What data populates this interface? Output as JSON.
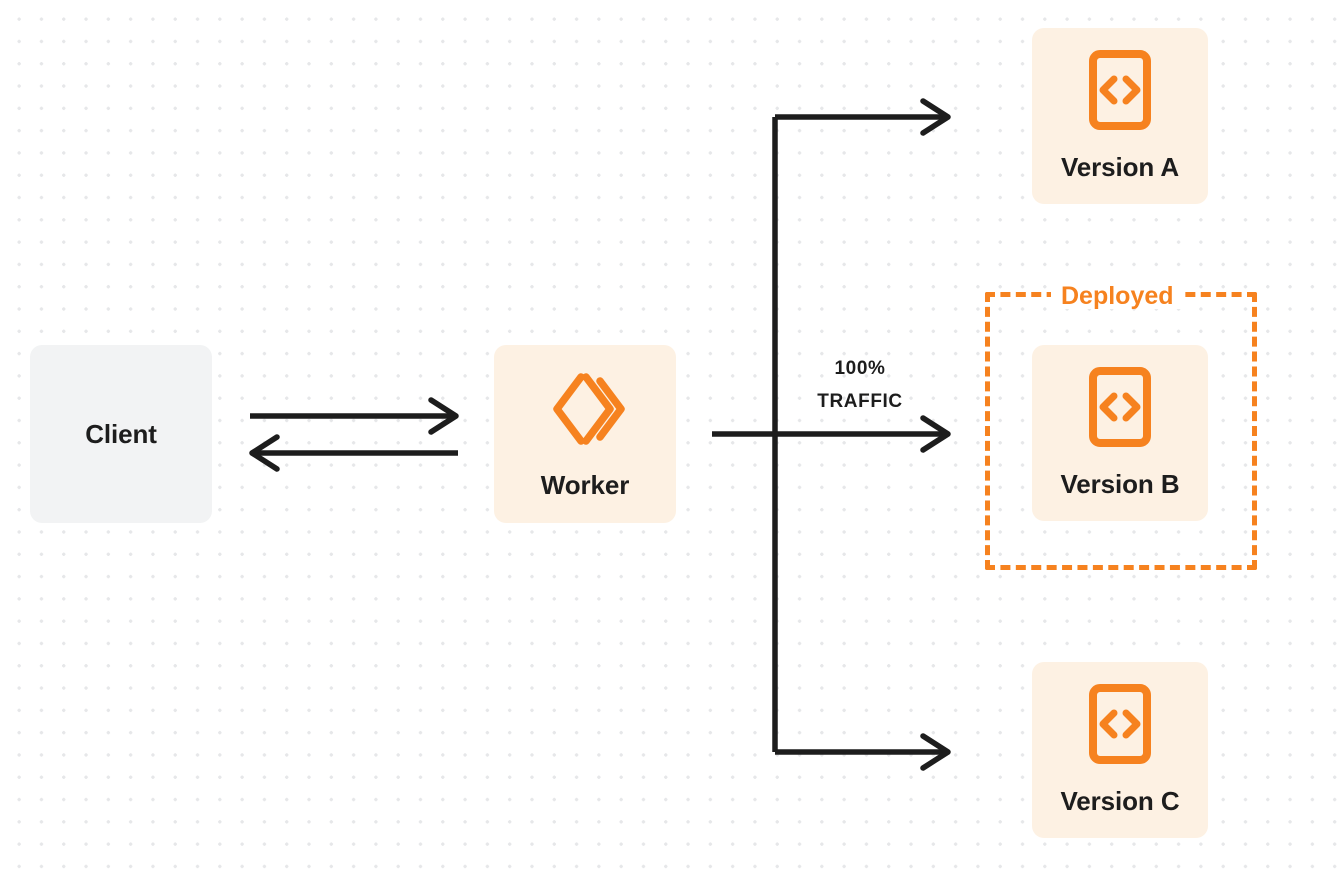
{
  "diagram": {
    "title": "Worker version traffic routing",
    "colors": {
      "accent_orange": "#f6821f",
      "warm_box": "#fdf1e3",
      "client_box": "#f2f3f4",
      "line_dark": "#1d1d1d",
      "dot_grid": "#e6e7e9",
      "background": "#ffffff"
    },
    "nodes": {
      "client": {
        "label": "Client",
        "icon": "none"
      },
      "worker": {
        "label": "Worker",
        "icon": "cloudflare-workers-logo-icon"
      },
      "version_a": {
        "label": "Version A",
        "icon": "code-brackets-icon"
      },
      "version_b": {
        "label": "Version B",
        "icon": "code-brackets-icon"
      },
      "version_c": {
        "label": "Version C",
        "icon": "code-brackets-icon"
      }
    },
    "deployed_group": {
      "label": "Deployed",
      "contains": "Version B",
      "border_style": "dashed"
    },
    "traffic": {
      "percent_line": "100%",
      "unit_line": "TRAFFIC",
      "target": "Version B"
    },
    "connectors": {
      "client_to_worker": "request-arrow-right",
      "worker_to_client": "response-arrow-left",
      "worker_to_version_a": "branch-arrow-up-right",
      "worker_to_version_b": "branch-arrow-right",
      "worker_to_version_c": "branch-arrow-down-right"
    }
  }
}
